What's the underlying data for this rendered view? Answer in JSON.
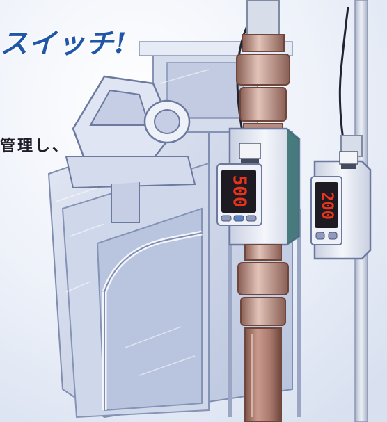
{
  "headline": "スイッチ!",
  "subline": "管理し、",
  "sensor_left": {
    "readout": "500"
  },
  "sensor_right": {
    "readout": "200"
  },
  "colors": {
    "headline": "#1f56a8",
    "subline": "#1e1e2a",
    "display_red": "#e8341c",
    "housing": "#dfe4ef",
    "copper": "#a9786d",
    "rail": "#c7cfe0"
  }
}
